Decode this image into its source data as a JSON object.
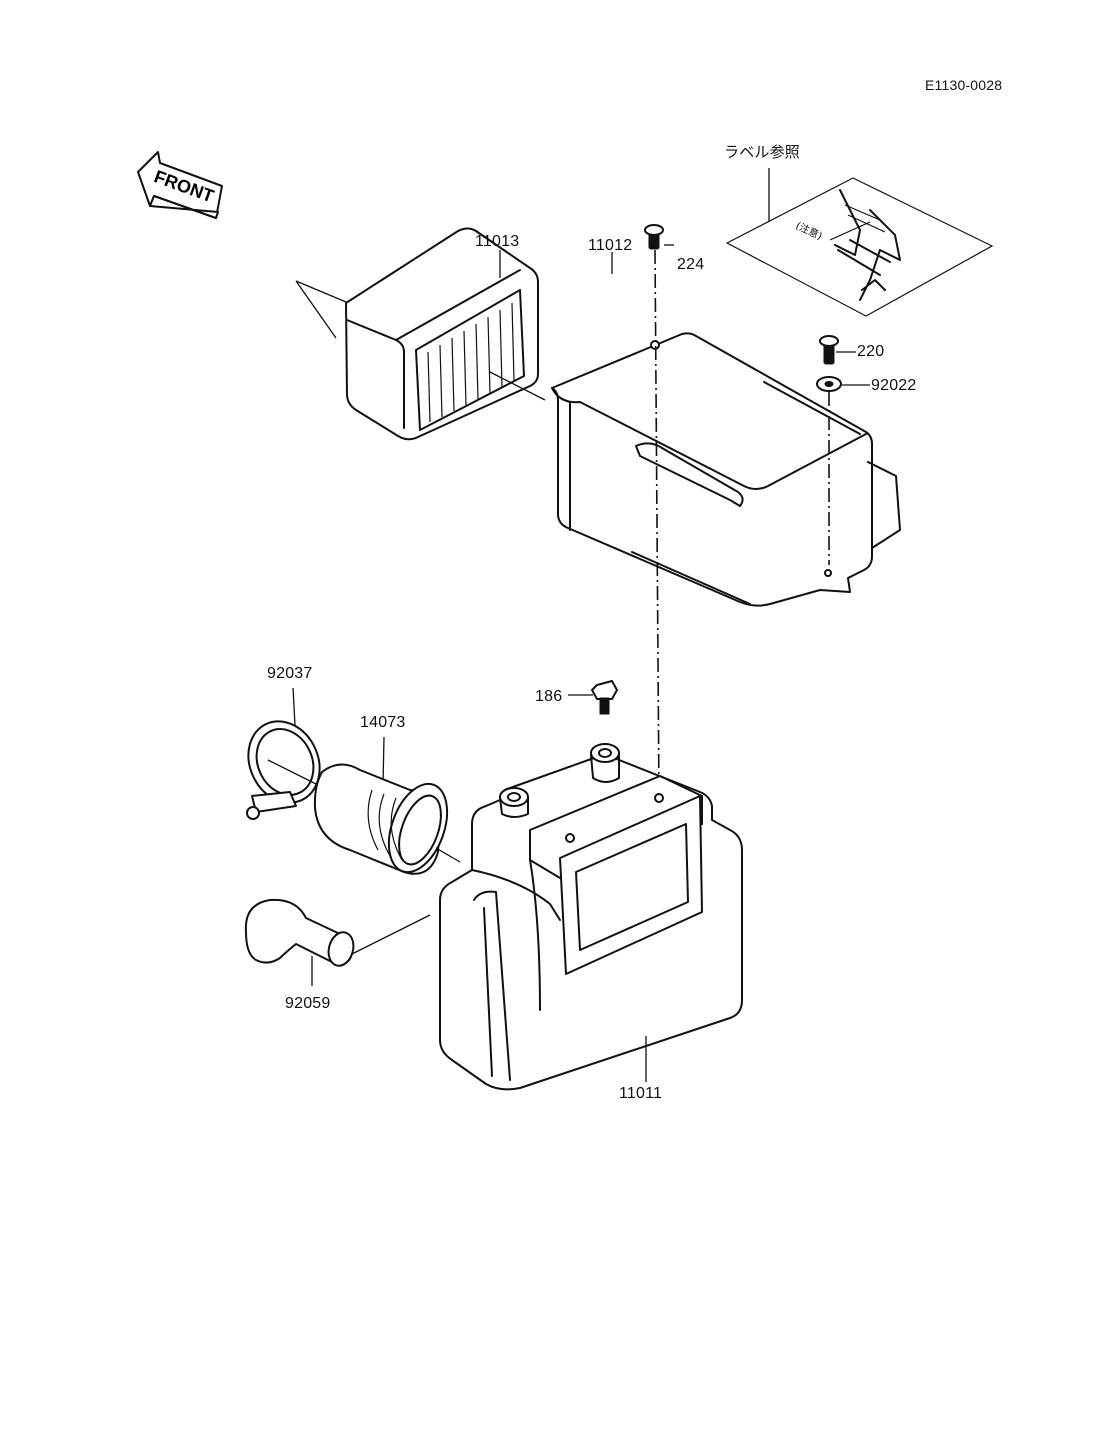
{
  "diagram": {
    "ref_code": "E1130-0028",
    "front_label": "FRONT",
    "label_note": "ラベル参照",
    "parts": {
      "p11013": "11013",
      "p224": "224",
      "p11012": "11012",
      "p220": "220",
      "p92022": "92022",
      "p92037": "92037",
      "p14073": "14073",
      "p186": "186",
      "p92059": "92059",
      "p11011": "11011"
    }
  }
}
